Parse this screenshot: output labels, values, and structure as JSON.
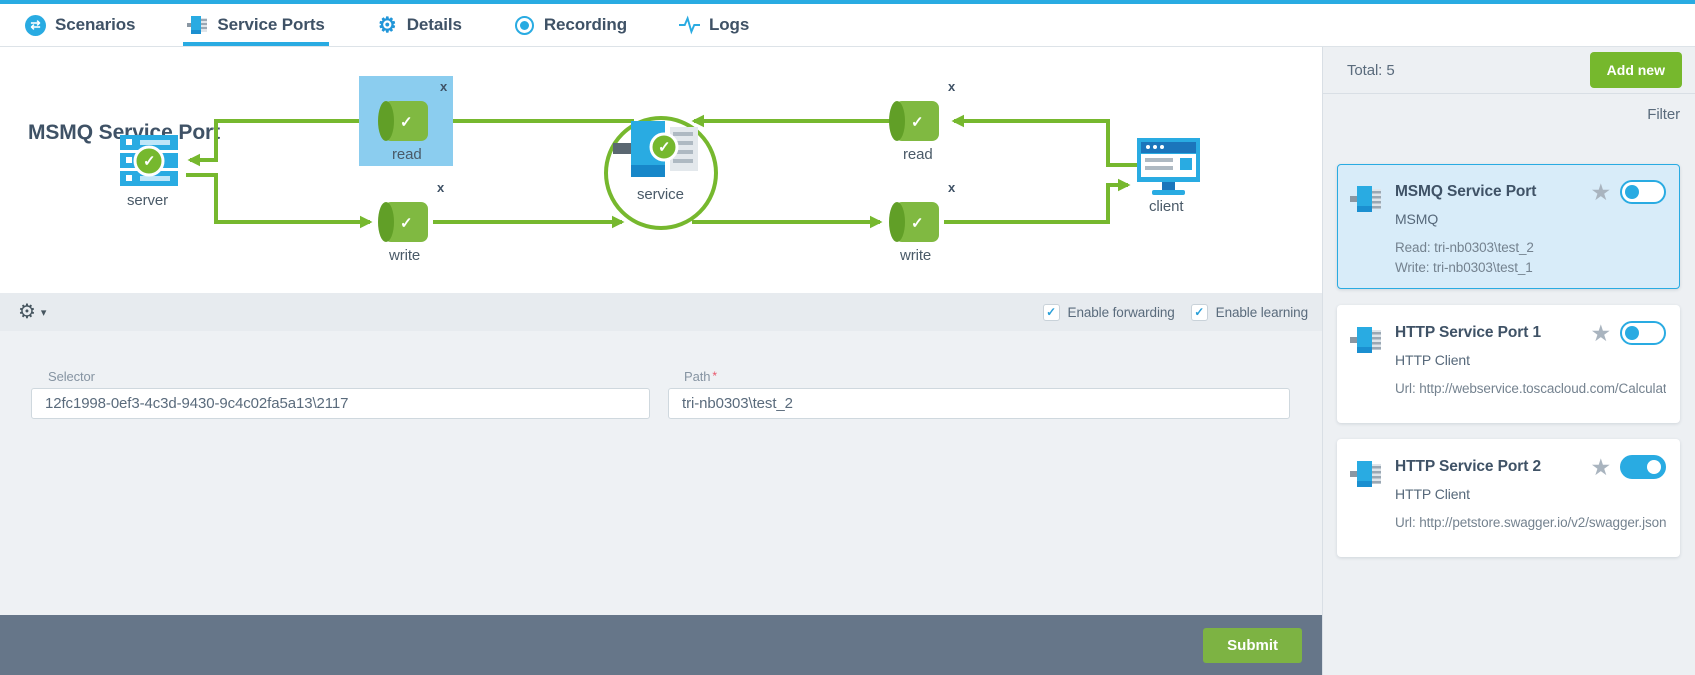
{
  "colors": {
    "accent": "#29abe2",
    "green": "#76b82e",
    "add_new_green": "#76b82d",
    "submit_green": "#7db343",
    "footer": "#667689",
    "selection_blue": "#8bcdef"
  },
  "icons": {
    "gear": "⚙",
    "caret_down": "▾",
    "star": "★",
    "check": "✓",
    "swap": "⇄"
  },
  "nav": {
    "tabs": [
      {
        "label": "Scenarios",
        "active": false
      },
      {
        "label": "Service Ports",
        "active": true
      },
      {
        "label": "Details",
        "active": false
      },
      {
        "label": "Recording",
        "active": false
      },
      {
        "label": "Logs",
        "active": false
      }
    ]
  },
  "diagram": {
    "title": "MSMQ Service Port",
    "remove_label": "x",
    "nodes": {
      "server": "server",
      "read_left": "read",
      "write_left": "write",
      "service": "service",
      "read_right": "read",
      "write_right": "write",
      "client": "client"
    }
  },
  "toolbar": {
    "forwarding": {
      "label": "Enable forwarding",
      "checked": true
    },
    "learning": {
      "label": "Enable learning",
      "checked": true
    }
  },
  "form": {
    "selector_label": "Selector",
    "selector_value": "12fc1998-0ef3-4c3d-9430-9c4c02fa5a13\\2117",
    "path_label": "Path",
    "path_required_mark": "*",
    "path_value": "tri-nb0303\\test_2"
  },
  "footer": {
    "submit_label": "Submit"
  },
  "sidebar": {
    "total_label": "Total: 5",
    "add_new_label": "Add new",
    "filter_label": "Filter",
    "cards": [
      {
        "title": "MSMQ Service Port",
        "subtitle": "MSMQ",
        "lines": [
          "Read: tri-nb0303\\test_2",
          "Write: tri-nb0303\\test_1"
        ],
        "toggle": "off",
        "selected": true
      },
      {
        "title": "HTTP Service Port 1",
        "subtitle": "HTTP Client",
        "lines": [
          "Url: http://webservice.toscacloud.com/Calculat..."
        ],
        "toggle": "off",
        "selected": false
      },
      {
        "title": "HTTP Service Port 2",
        "subtitle": "HTTP Client",
        "lines": [
          "Url: http://petstore.swagger.io/v2/swagger.json"
        ],
        "toggle": "on",
        "selected": false
      }
    ]
  }
}
